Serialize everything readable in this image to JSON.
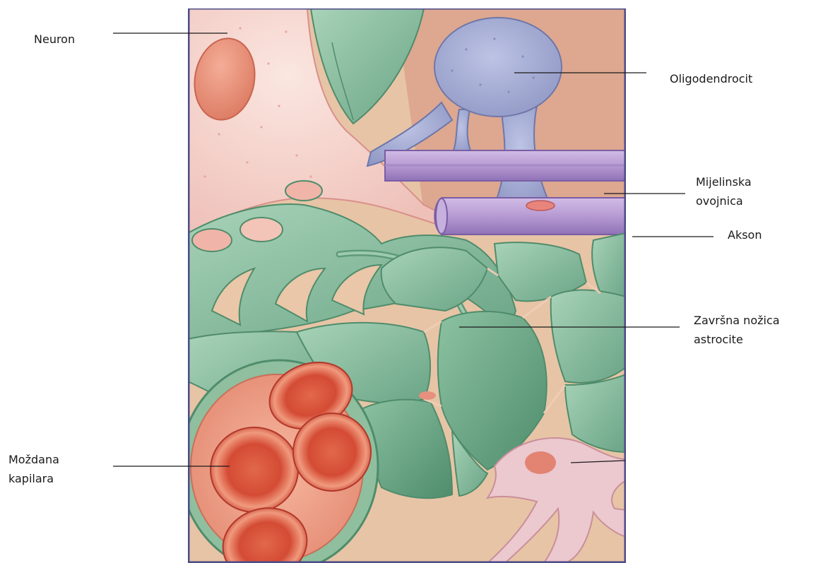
{
  "labels": {
    "neuron": "Neuron",
    "oligodendrocyte": "Oligodendrocit",
    "myelin_sheath": [
      "Mijelinska",
      "ovojnica"
    ],
    "axon": "Akson",
    "astrocyte_endfoot": [
      "Završna nožica",
      "astrocite"
    ],
    "brain_capillary": [
      "Moždana",
      "kapilara"
    ]
  },
  "colors": {
    "background_tan": "#e7c6a9",
    "neuron_pink": "#f2cdc6",
    "neuron_nucleus": "#e8927c",
    "oligodendrocyte_blue": "#a4abd1",
    "myelin_purple": "#b29acb",
    "astrocyte_green": "#7fb89a",
    "capillary_red": "#d9553e",
    "frame_border": "#4d4c87"
  }
}
